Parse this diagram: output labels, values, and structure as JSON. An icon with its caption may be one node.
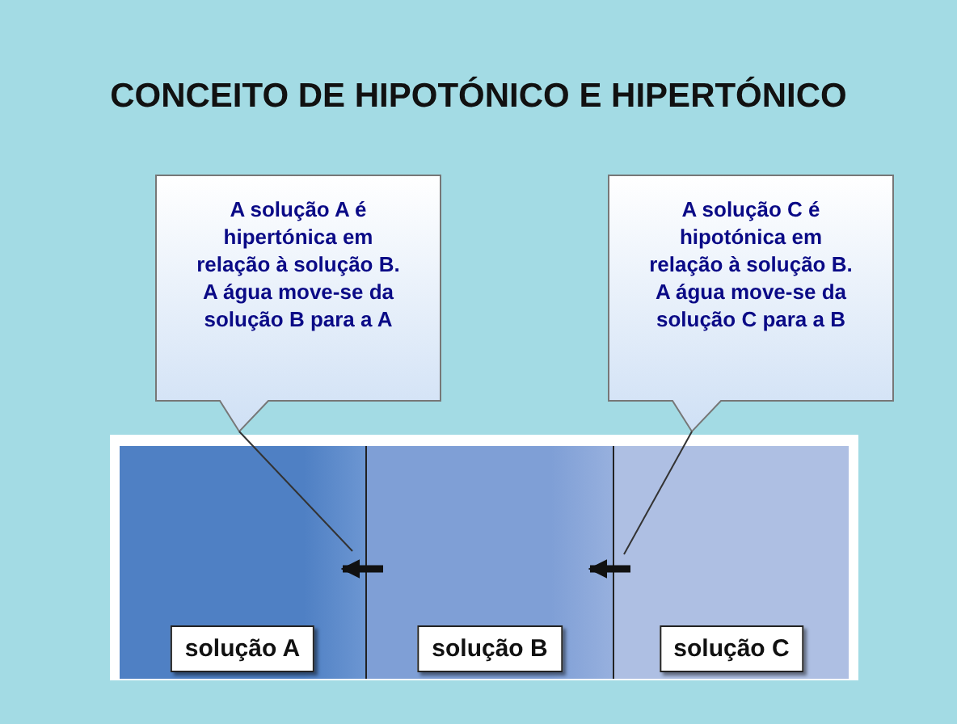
{
  "diagram": {
    "title": "CONCEITO DE HIPOTÓNICO E HIPERTÓNICO",
    "nodes": [
      {
        "text": [
          "A solução A é hipertónica em relação à solução B. A água move-se da solução B para a A"
        ]
      },
      {
        "text": [
          "A solução C é hipotónica em relação à solução B. A água move-se da solução C para a B"
        ]
      },
      {
        "text": [
          "solução A"
        ]
      },
      {
        "text": [
          "solução B"
        ]
      },
      {
        "text": [
          "solução C"
        ]
      }
    ],
    "edges": [
      {
        "from": 3,
        "to": 2,
        "arrow": "to",
        "style": "thick"
      },
      {
        "from": 4,
        "to": 3,
        "arrow": "to",
        "style": "thick"
      },
      {
        "from": 0,
        "to": 2,
        "arrow": "none"
      },
      {
        "from": 1,
        "to": 4,
        "arrow": "none"
      }
    ]
  }
}
